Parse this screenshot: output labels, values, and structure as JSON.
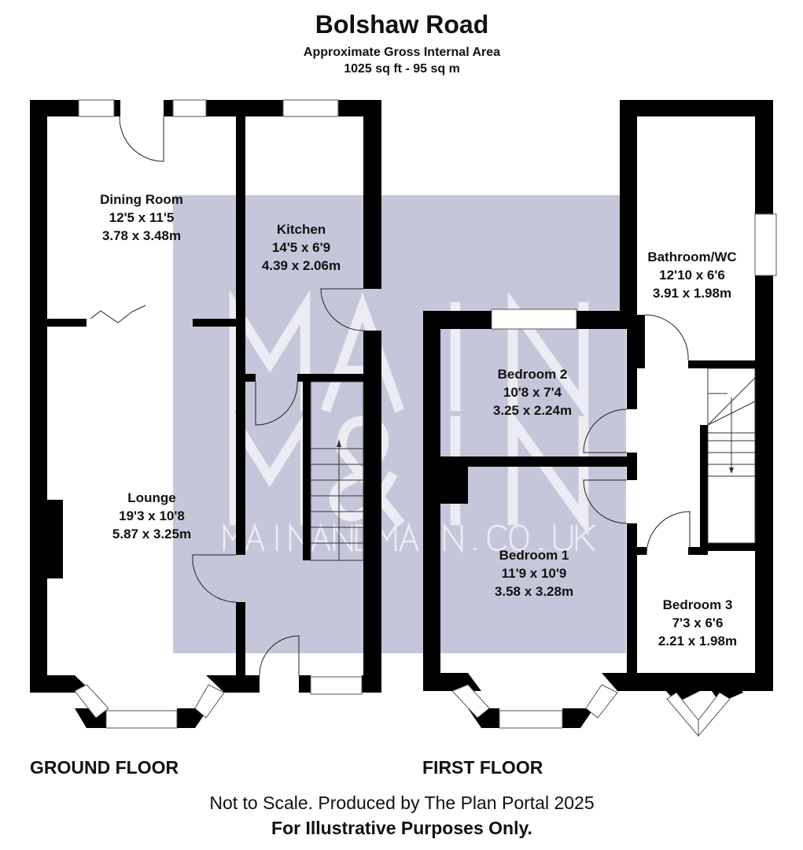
{
  "header": {
    "title": "Bolshaw Road",
    "subtitle": "Approximate Gross Internal Area",
    "area": "1025 sq ft - 95 sq m"
  },
  "watermark": {
    "logo_text": "MAIN M&IN",
    "url_text": "MAINANDMAIN.CO.UK",
    "color": "#c6c6da"
  },
  "floors": {
    "ground": {
      "label": "GROUND FLOOR",
      "rooms": [
        {
          "name": "Dining Room",
          "imperial": "12'5 x 11'5",
          "metric": "3.78 x 3.48m"
        },
        {
          "name": "Kitchen",
          "imperial": "14'5 x 6'9",
          "metric": "4.39 x 2.06m"
        },
        {
          "name": "Lounge",
          "imperial": "19'3 x 10'8",
          "metric": "5.87 x 3.25m"
        }
      ]
    },
    "first": {
      "label": "FIRST FLOOR",
      "rooms": [
        {
          "name": "Bathroom/WC",
          "imperial": "12'10 x 6'6",
          "metric": "3.91 x 1.98m"
        },
        {
          "name": "Bedroom 2",
          "imperial": "10'8 x 7'4",
          "metric": "3.25 x 2.24m"
        },
        {
          "name": "Bedroom 1",
          "imperial": "11'9 x 10'9",
          "metric": "3.58 x 3.28m"
        },
        {
          "name": "Bedroom 3",
          "imperial": "7'3 x 6'6",
          "metric": "2.21 x 1.98m"
        }
      ]
    }
  },
  "footer": {
    "disclaimer": "Not to Scale. Produced by The Plan Portal 2025",
    "note": "For Illustrative Purposes Only."
  }
}
